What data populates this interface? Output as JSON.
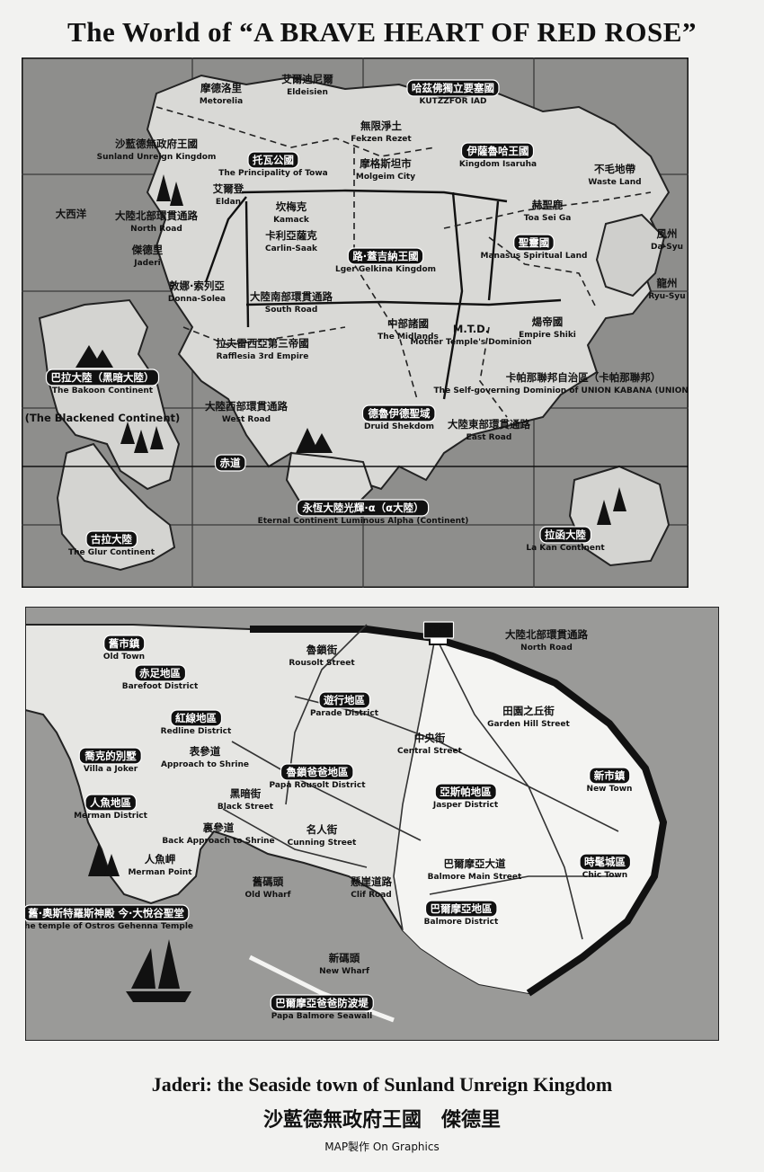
{
  "title": "The World of “A BRAVE HEART OF RED ROSE”",
  "world_map": {
    "labels": [
      {
        "id": "metorelia",
        "zh": "摩德洛里",
        "en": "Metorelia"
      },
      {
        "id": "eldeisien",
        "zh": "艾爾迪尼爾",
        "en": "Eldeisien"
      },
      {
        "id": "kutzzfor",
        "zh": "哈茲佛獨立要塞國",
        "en": "KUTZZFOR IAD"
      },
      {
        "id": "fekzen",
        "zh": "無限淨土",
        "en": "Fekzen Rezet"
      },
      {
        "id": "sunland",
        "zh": "沙藍德無政府王國",
        "en": "Sunland Unreign Kingdom"
      },
      {
        "id": "towa",
        "zh": "托瓦公國",
        "en": "The Principality of Towa"
      },
      {
        "id": "molgeim",
        "zh": "摩格斯坦市",
        "en": "Molgeim City"
      },
      {
        "id": "isaruha",
        "zh": "伊薩魯哈王國",
        "en": "Kingdom Isaruha"
      },
      {
        "id": "wasteland",
        "zh": "不毛地帶",
        "en": "Waste Land"
      },
      {
        "id": "eldan",
        "zh": "艾爾登",
        "en": "Eldan"
      },
      {
        "id": "atlantic",
        "zh": "大西洋",
        "en": ""
      },
      {
        "id": "kamack",
        "zh": "坎梅克",
        "en": "Kamack"
      },
      {
        "id": "saint",
        "zh": "赫聖鹿",
        "en": "Toa Sei Ga"
      },
      {
        "id": "dasyu",
        "zh": "風州",
        "en": "Da-Syu"
      },
      {
        "id": "northroad",
        "zh": "大陸北部環貫通路",
        "en": "North Road"
      },
      {
        "id": "carlin",
        "zh": "卡利亞薩克",
        "en": "Carlin-Saak"
      },
      {
        "id": "spiritual",
        "zh": "聖靈國",
        "en": "Manasus Spiritual Land"
      },
      {
        "id": "jaderi",
        "zh": "傑德里",
        "en": "Jaderi"
      },
      {
        "id": "lgelkina",
        "zh": "路·蓋吉納王國",
        "en": "Lger Gelkina Kingdom"
      },
      {
        "id": "ryusyu",
        "zh": "龍州",
        "en": "Ryu-Syu"
      },
      {
        "id": "donna",
        "zh": "敦娜·索列亞",
        "en": "Donna-Solea"
      },
      {
        "id": "southroad",
        "zh": "大陸南部環貫通路",
        "en": "South Road"
      },
      {
        "id": "midlands",
        "zh": "中部諸國",
        "en": "The Midlands"
      },
      {
        "id": "mtd",
        "zh": "M.T.D.",
        "en": "Mother Temple's Dominion"
      },
      {
        "id": "shiki",
        "zh": "煬帝國",
        "en": "Empire Shiki"
      },
      {
        "id": "rafflesia",
        "zh": "拉夫雷西亞第三帝國",
        "en": "Rafflesia 3rd Empire"
      },
      {
        "id": "bakoon",
        "zh": "巴拉大陸（黑暗大陸）",
        "en": "The Bakoon Continent"
      },
      {
        "id": "blackened",
        "zh": "",
        "en": "(The Blackened Continent)"
      },
      {
        "id": "unionkabana",
        "zh": "卡帕那聯邦自治區（卡帕那聯邦）",
        "en": "The Self-governing Dominion of UNION KABANA (UNION KABANA)"
      },
      {
        "id": "westroad",
        "zh": "大陸西部環貫通路",
        "en": "West Road"
      },
      {
        "id": "druid",
        "zh": "德魯伊德聖域",
        "en": "Druid Shekdom"
      },
      {
        "id": "eastroad",
        "zh": "大陸東部環貫通路",
        "en": "East Road"
      },
      {
        "id": "equator",
        "zh": "赤道",
        "en": ""
      },
      {
        "id": "eternal",
        "zh": "永恆大陸光輝·α（α大陸）",
        "en": "Eternal Continent Luminous Alpha (Continent)"
      },
      {
        "id": "glur",
        "zh": "古拉大陸",
        "en": "The Glur Continent"
      },
      {
        "id": "lakan",
        "zh": "拉函大陸",
        "en": "La Kan Continent"
      }
    ]
  },
  "town_map": {
    "labels": [
      {
        "id": "oldtown",
        "zh": "舊市鎮",
        "en": "Old Town"
      },
      {
        "id": "gate",
        "zh": "正門",
        "en": ""
      },
      {
        "id": "tnorthroad",
        "zh": "大陸北部環貫通路",
        "en": "North Road"
      },
      {
        "id": "rousolt",
        "zh": "魯鎖街",
        "en": "Rousolt Street"
      },
      {
        "id": "barefoot",
        "zh": "赤足地區",
        "en": "Barefoot District"
      },
      {
        "id": "parade",
        "zh": "遊行地區",
        "en": "Parade District"
      },
      {
        "id": "garden",
        "zh": "田園之丘街",
        "en": "Garden Hill Street"
      },
      {
        "id": "redline",
        "zh": "紅線地區",
        "en": "Redline District"
      },
      {
        "id": "central",
        "zh": "中央街",
        "en": "Central Street"
      },
      {
        "id": "shrine",
        "zh": "表參道",
        "en": "Approach to Shrine"
      },
      {
        "id": "villa",
        "zh": "喬克的別墅",
        "en": "Villa a Joker"
      },
      {
        "id": "paparousolt",
        "zh": "魯鎖爸爸地區",
        "en": "Papa Rousolt District"
      },
      {
        "id": "newtown",
        "zh": "新市鎮",
        "en": "New Town"
      },
      {
        "id": "blackstreet",
        "zh": "黑暗街",
        "en": "Black Street"
      },
      {
        "id": "jasper",
        "zh": "亞斯帕地區",
        "en": "Jasper District"
      },
      {
        "id": "merman",
        "zh": "人魚地區",
        "en": "Merman District"
      },
      {
        "id": "backshrine",
        "zh": "裏參道",
        "en": "Back Approach to Shrine"
      },
      {
        "id": "cunning",
        "zh": "名人街",
        "en": "Cunning Street"
      },
      {
        "id": "balmoremain",
        "zh": "巴爾摩亞大道",
        "en": "Balmore Main Street"
      },
      {
        "id": "chic",
        "zh": "時髦城區",
        "en": "Chic Town"
      },
      {
        "id": "mermanpoint",
        "zh": "人魚岬",
        "en": "Merman Point"
      },
      {
        "id": "oldwharf",
        "zh": "舊碼頭",
        "en": "Old Wharf"
      },
      {
        "id": "clifroad",
        "zh": "懸崖道路",
        "en": "Clif Road"
      },
      {
        "id": "ostros",
        "zh": "舊·奧斯特羅斯神殿 今·大悅谷聖堂",
        "en": "The temple of Ostros Gehenna Temple"
      },
      {
        "id": "balmoredist",
        "zh": "巴爾摩亞地區",
        "en": "Balmore District"
      },
      {
        "id": "newwharf",
        "zh": "新碼頭",
        "en": "New Wharf"
      },
      {
        "id": "seawall",
        "zh": "巴爾摩亞爸爸防波堤",
        "en": "Papa Balmore Seawall"
      }
    ]
  },
  "caption": {
    "line1": "Jaderi: the Seaside town of Sunland Unreign Kingdom",
    "line2": "沙藍德無政府王國　傑德里",
    "credit": "MAP製作 On Graphics"
  }
}
